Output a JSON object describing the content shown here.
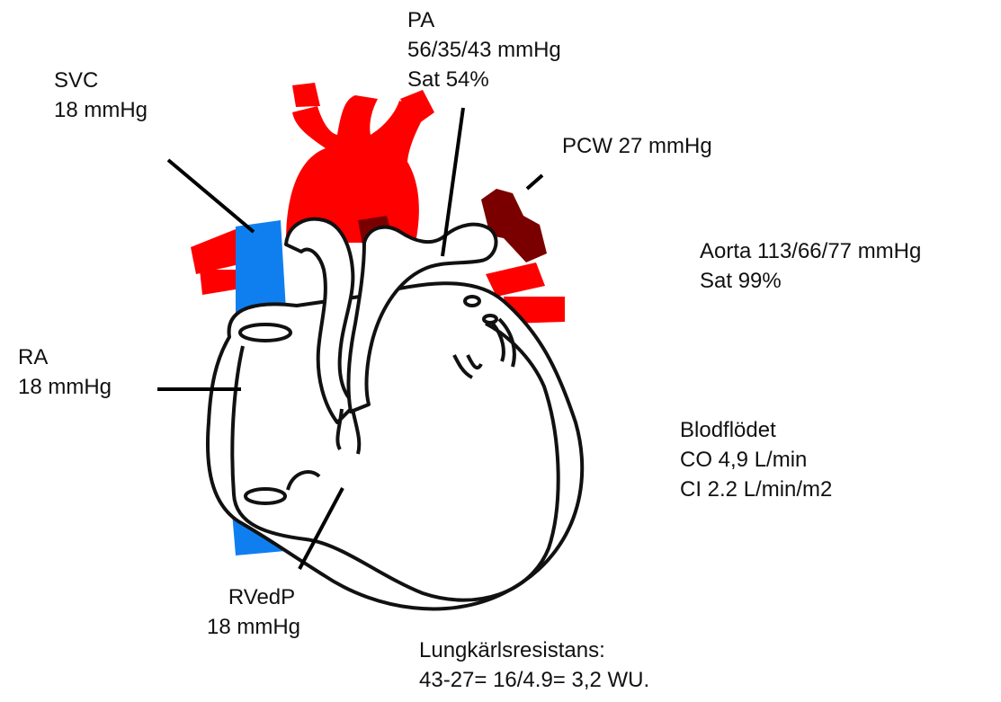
{
  "colors": {
    "arterial": "#ff0000",
    "venous": "#0f7ff0",
    "pulmonary_vein": "#7a0000",
    "outline": "#111111",
    "leader": "#000000"
  },
  "labels": {
    "pa": {
      "line1": "PA",
      "line2": "56/35/43 mmHg",
      "line3": "Sat 54%"
    },
    "svc": {
      "line1": "SVC",
      "line2": "18 mmHg"
    },
    "pcw": {
      "line1": "PCW  27 mmHg"
    },
    "aorta": {
      "line1": "Aorta 113/66/77 mmHg",
      "line2": "Sat 99%"
    },
    "ra": {
      "line1": "RA",
      "line2": "18 mmHg"
    },
    "flow": {
      "line1": "Blodflödet",
      "line2": "CO 4,9 L/min",
      "line3": "CI 2.2 L/min/m2"
    },
    "rvedp": {
      "line1": "RVedP",
      "line2": "18 mmHg"
    },
    "resistance": {
      "line1": "Lungkärlsresistans:",
      "line2": "43-27= 16/4.9= 3,2 WU."
    }
  },
  "icons": [
    "heart-diagram"
  ]
}
